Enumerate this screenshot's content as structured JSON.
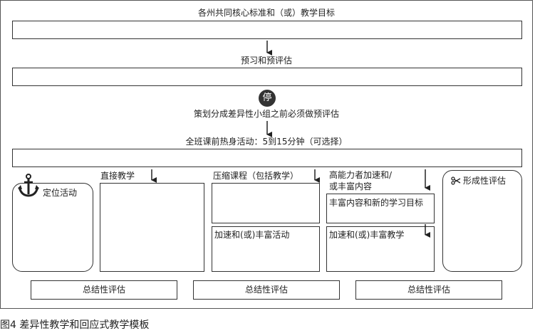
{
  "flow": {
    "standards_label": "各州共同核心标准和（或）教学目标",
    "preassessment_label": "预习和预评估",
    "stop_glyph": "停",
    "stop_note": "策划分成差异性小组之前必须做预评估",
    "warmup_label": "全班课前热身活动：5到15分钟（可选择）"
  },
  "columns": {
    "anchor_activity": {
      "label": "定位活动",
      "icon": "anchor-icon"
    },
    "direct_teaching": {
      "label": "直接教学"
    },
    "compacted": {
      "label": "压缩课程（包括教学）",
      "sub_label": "加速和(或)丰富活动"
    },
    "advanced": {
      "label_line1": "高能力者加速和/",
      "label_line2": "或丰富内容",
      "content_label": "丰富内容和新的学习目标",
      "teaching_label": "加速和(或)丰富教学"
    },
    "formative": {
      "label": "形成性评估",
      "icon": "scissors-icon"
    }
  },
  "summative": [
    {
      "label": "总结性评估"
    },
    {
      "label": "总结性评估"
    },
    {
      "label": "总结性评估"
    }
  ],
  "caption": "图4   差异性教学和回应式教学模板"
}
